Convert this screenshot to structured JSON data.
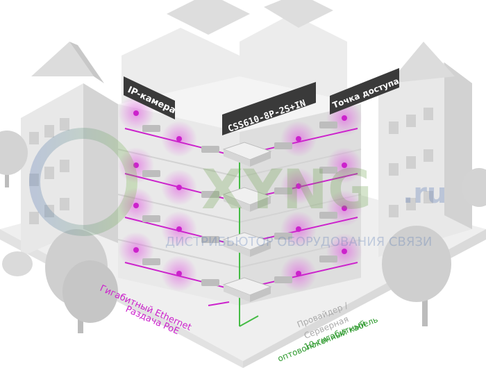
{
  "labels": {
    "camera": "IP-камера",
    "access_point": "Точка доступа",
    "switch_model": "CSS610-8P-2S+IN",
    "ethernet_line1": "Гигабитный Ethernet",
    "ethernet_line2": "Раздача PoE",
    "provider_line1": "Провайдер /",
    "provider_line2": "Серверная",
    "fiber_line1": "10-гигабитный",
    "fiber_line2": "оптоволоконный кабель"
  },
  "watermark": {
    "brand": "XYNG",
    "domain": ".ru",
    "tagline": "ДИСТРИБЬЮТОР ОБОРУДОВАНИЯ СВЯЗИ"
  },
  "colors": {
    "magenta": "#cc22cc",
    "green": "#44bb44",
    "dark_tag": "#3a3a3a",
    "building": "#e6e6e6",
    "building_dark": "#cfcfcf",
    "tree": "#c9c9c9"
  }
}
